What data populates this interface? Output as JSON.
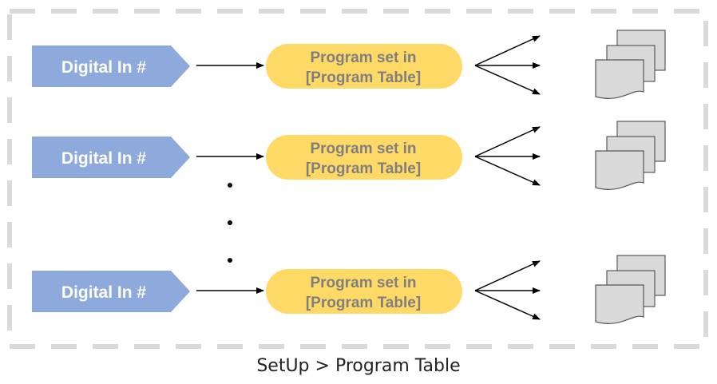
{
  "colors": {
    "input_fill": "#8EA9DB",
    "program_fill": "#FFD966",
    "program_text": "#7F7F7F",
    "doc_fill": "#D9D9D9",
    "doc_stroke": "#595959",
    "frame": "#D9D9D9",
    "arrow": "#000000"
  },
  "rows": [
    {
      "input_label": "Digital In #",
      "program_line1": "Program set in",
      "program_line2": "[Program Table]"
    },
    {
      "input_label": "Digital In #",
      "program_line1": "Program set in",
      "program_line2": "[Program Table]"
    },
    {
      "input_label": "Digital In #",
      "program_line1": "Program set in",
      "program_line2": "[Program Table]"
    }
  ],
  "caption": "SetUp > Program Table"
}
